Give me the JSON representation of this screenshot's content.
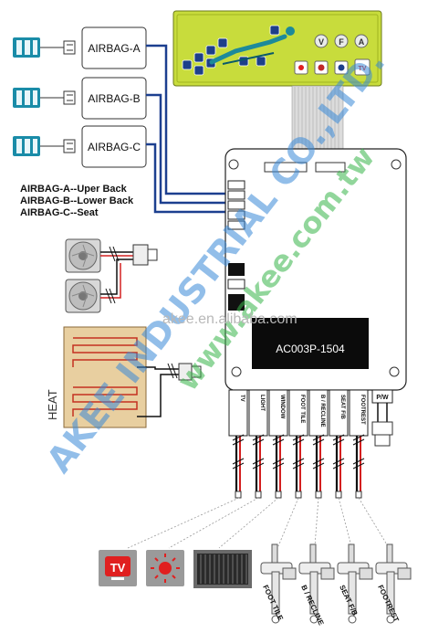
{
  "airbags": [
    {
      "label": "AIRBAG-A"
    },
    {
      "label": "AIRBAG-B"
    },
    {
      "label": "AIRBAG-C"
    }
  ],
  "legend": [
    "AIRBAG-A--Uper Back",
    "AIRBAG-B--Lower Back",
    "AIRBAG-C--Seat"
  ],
  "controller": {
    "model": "AC003P-1504",
    "port_labels": [
      "TV",
      "LIGHT",
      "WINDOW",
      "FOOT TILE",
      "B / RECLINE",
      "SEAT F/B",
      "FOOTREST"
    ],
    "power_label": "P/W"
  },
  "remote": {
    "button_letters": [
      "V",
      "F",
      "A"
    ],
    "tv_label": "TV"
  },
  "heat_label": "HEAT",
  "actuators": [
    "FOOT TILE",
    "B / RECLINE",
    "SEAT F/B",
    "FOOTREST"
  ],
  "tv_device_label": "TV",
  "watermarks": [
    "AKEE INDUSTRIAL CO.,LTD.",
    "www.akee.com.tw",
    "akee.en.alibaba.com"
  ],
  "colors": {
    "wire_blue": "#1c3f8f",
    "remote_green": "#c8dc3c",
    "wire_red": "#d42020",
    "tv_red": "#e02020",
    "watermark_blue": "#3a8ad8",
    "watermark_green": "#39b54a"
  }
}
